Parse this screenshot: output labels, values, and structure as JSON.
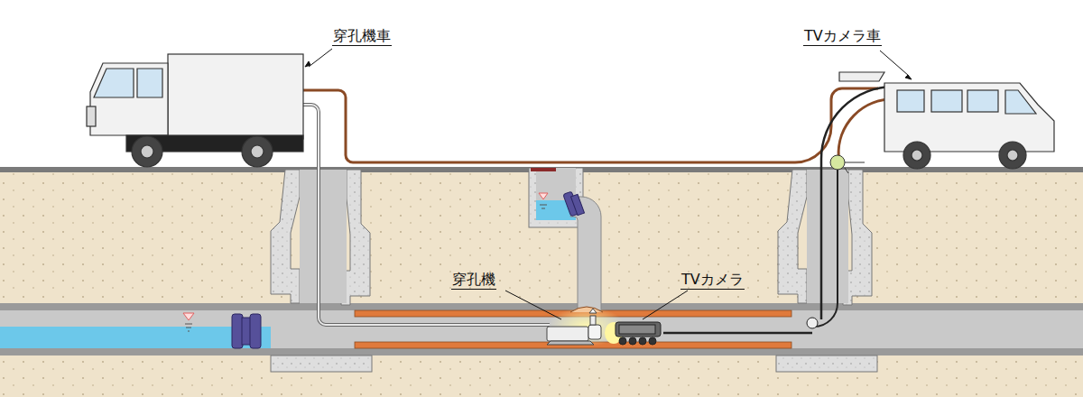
{
  "diagram": {
    "labels": [
      "穿孔機車",
      "TVカメラ車",
      "穿孔機",
      "TVカメラ"
    ]
  }
}
